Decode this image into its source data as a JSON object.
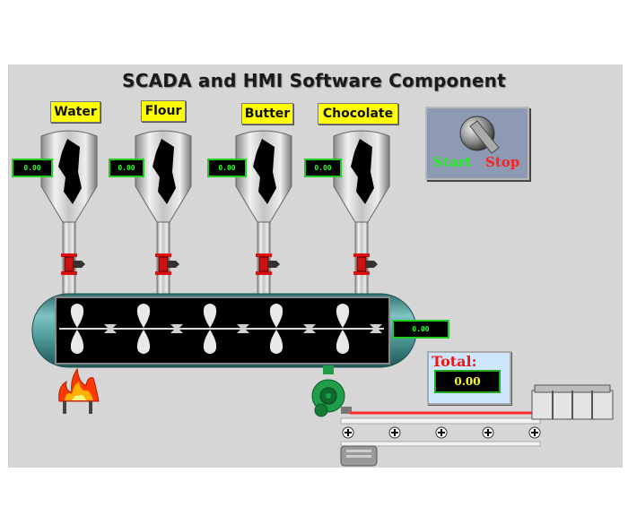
{
  "header": {
    "title": "SCADA and HMI Software Component"
  },
  "ingredients": [
    {
      "label": "Water",
      "reading": "0.00"
    },
    {
      "label": "Flour",
      "reading": "0.00"
    },
    {
      "label": "Butter",
      "reading": "0.00"
    },
    {
      "label": "Chocolate",
      "reading": "0.00"
    }
  ],
  "mixer": {
    "reading": "0.00",
    "paddle_count": 5
  },
  "control": {
    "start_label": "Start",
    "stop_label": "Stop"
  },
  "total": {
    "label": "Total:",
    "value": "0.00"
  },
  "colors": {
    "panel": "#d6d6d6",
    "tag_bg": "#ffff00",
    "display_text": "#33ff33",
    "tank": "#3e8a8a",
    "valve": "#dd1111",
    "pump": "#1e9e4a",
    "start": "#22ee22",
    "stop": "#ff2020",
    "total_label": "#ff1010",
    "total_value": "#ffff33"
  }
}
